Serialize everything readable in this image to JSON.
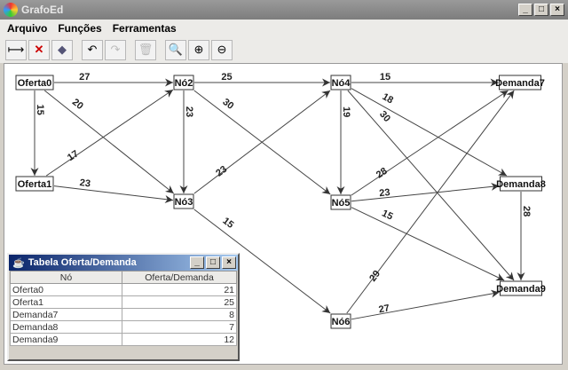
{
  "window": {
    "title": "GrafoEd"
  },
  "menu": [
    "Arquivo",
    "Funções",
    "Ferramentas"
  ],
  "toolbar": [
    {
      "icon": "add-edge-icon"
    },
    {
      "icon": "delete-edge-icon"
    },
    {
      "icon": "add-node-icon"
    },
    {
      "icon": "undo-icon"
    },
    {
      "icon": "redo-icon",
      "disabled": true
    },
    {
      "icon": "trash-icon",
      "disabled": true
    },
    {
      "icon": "zoom-icon"
    },
    {
      "icon": "zoom-in-icon"
    },
    {
      "icon": "zoom-out-icon"
    }
  ],
  "graph": {
    "nodes": [
      "Oferta0",
      "Oferta1",
      "Nó2",
      "Nó3",
      "Nó4",
      "Nó5",
      "Nó6",
      "Demanda7",
      "Demanda8",
      "Demanda9"
    ],
    "edges": [
      {
        "from": "Oferta0",
        "to": "Nó2",
        "w": "27"
      },
      {
        "from": "Oferta0",
        "to": "Oferta1",
        "w": "15"
      },
      {
        "from": "Oferta0",
        "to": "Nó3",
        "w": "20"
      },
      {
        "from": "Oferta1",
        "to": "Nó2",
        "w": "17"
      },
      {
        "from": "Oferta1",
        "to": "Nó3",
        "w": "23"
      },
      {
        "from": "Nó2",
        "to": "Nó4",
        "w": "25"
      },
      {
        "from": "Nó2",
        "to": "Nó3",
        "w": "23"
      },
      {
        "from": "Nó2",
        "to": "Nó5",
        "w": "30"
      },
      {
        "from": "Nó3",
        "to": "Nó4",
        "w": "23"
      },
      {
        "from": "Nó3",
        "to": "Nó6",
        "w": "15"
      },
      {
        "from": "Nó4",
        "to": "Demanda7",
        "w": "15"
      },
      {
        "from": "Nó4",
        "to": "Nó5",
        "w": "19"
      },
      {
        "from": "Nó4",
        "to": "Demanda8",
        "w": "18"
      },
      {
        "from": "Nó4",
        "to": "Demanda9",
        "w": "30"
      },
      {
        "from": "Nó5",
        "to": "Demanda7",
        "w": "28"
      },
      {
        "from": "Nó5",
        "to": "Demanda8",
        "w": "23"
      },
      {
        "from": "Nó5",
        "to": "Demanda9",
        "w": "15"
      },
      {
        "from": "Nó6",
        "to": "Demanda7",
        "w": "29"
      },
      {
        "from": "Nó6",
        "to": "Demanda9",
        "w": "27"
      },
      {
        "from": "Demanda8",
        "to": "Demanda9",
        "w": "28"
      }
    ]
  },
  "table": {
    "title": "Tabela Oferta/Demanda",
    "headers": [
      "Nó",
      "Oferta/Demanda"
    ],
    "rows": [
      [
        "Oferta0",
        "21"
      ],
      [
        "Oferta1",
        "25"
      ],
      [
        "Demanda7",
        "8"
      ],
      [
        "Demanda8",
        "7"
      ],
      [
        "Demanda9",
        "12"
      ]
    ]
  }
}
